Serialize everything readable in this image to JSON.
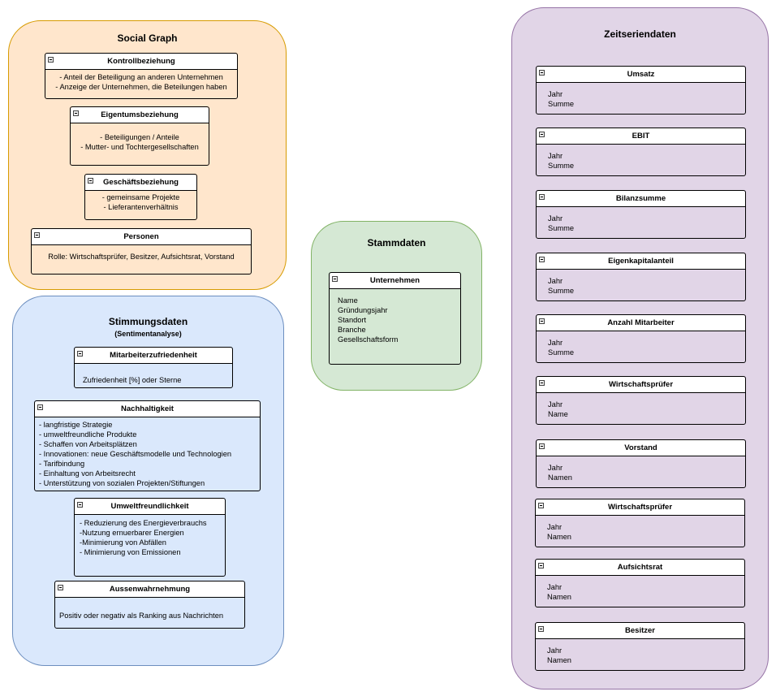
{
  "colors": {
    "social_fill": "#ffe6cc",
    "social_stroke": "#d79b00",
    "stimmung_fill": "#dae8fc",
    "stimmung_stroke": "#6c8ebf",
    "stamm_fill": "#d5e8d4",
    "stamm_stroke": "#82b366",
    "zeit_fill": "#e1d5e7",
    "zeit_stroke": "#9673a6"
  },
  "social_graph": {
    "title": "Social Graph",
    "boxes": [
      {
        "title": "Kontrollbeziehung",
        "lines": [
          "- Anteil der Beteiligung an anderen Unternehmen",
          "- Anzeige der Unternehmen, die Beteilungen haben"
        ]
      },
      {
        "title": "Eigentumsbeziehung",
        "lines": [
          "- Beteiligungen / Anteile",
          "- Mutter- und Tochtergesellschaften"
        ]
      },
      {
        "title": "Geschäftsbeziehung",
        "lines": [
          "- gemeinsame Projekte",
          "- Lieferantenverhältnis"
        ]
      },
      {
        "title": "Personen",
        "lines": [
          "Rolle: Wirtschaftsprüfer, Besitzer, Aufsichtsrat, Vorstand"
        ]
      }
    ]
  },
  "stimmungsdaten": {
    "title": "Stimmungsdaten",
    "subtitle": "(Sentimentanalyse)",
    "boxes": [
      {
        "title": "Mitarbeiterzufriedenheit",
        "lines": [
          "Zufriedenheit [%] oder Sterne"
        ]
      },
      {
        "title": "Nachhaltigkeit",
        "lines": [
          "- langfristige Strategie",
          "- umweltfreundliche Produkte",
          "- Schaffen von Arbeitsplätzen",
          "- Innovationen: neue Geschäftsmodelle und Technologien",
          "- Tarifbindung",
          "- Einhaltung von Arbeitsrecht",
          "- Unterstützung von sozialen Projekten/Stiftungen"
        ]
      },
      {
        "title": "Umweltfreundlichkeit",
        "lines": [
          "- Reduzierung des Energieverbrauchs",
          "-Nutzung ernuerbarer Energien",
          "-Minimierung von Abfällen",
          "- Minimierung von Emissionen"
        ]
      },
      {
        "title": "Aussenwahrnehmung",
        "lines": [
          "Positiv oder negativ als Ranking aus Nachrichten"
        ]
      }
    ]
  },
  "stammdaten": {
    "title": "Stammdaten",
    "boxes": [
      {
        "title": "Unternehmen",
        "lines": [
          "Name",
          "Gründungsjahr",
          "Standort",
          "Branche",
          "Gesellschaftsform"
        ]
      }
    ]
  },
  "zeitseriendaten": {
    "title": "Zeitseriendaten",
    "boxes": [
      {
        "title": "Umsatz",
        "lines": [
          "Jahr",
          "Summe"
        ]
      },
      {
        "title": "EBIT",
        "lines": [
          "Jahr",
          "Summe"
        ]
      },
      {
        "title": "Bilanzsumme",
        "lines": [
          "Jahr",
          "Summe"
        ]
      },
      {
        "title": "Eigenkapitalanteil",
        "lines": [
          "Jahr",
          "Summe"
        ]
      },
      {
        "title": "Anzahl Mitarbeiter",
        "lines": [
          "Jahr",
          "Summe"
        ]
      },
      {
        "title": "Wirtschaftsprüfer",
        "lines": [
          "Jahr",
          "Name"
        ]
      },
      {
        "title": "Vorstand",
        "lines": [
          "Jahr",
          "Namen"
        ]
      },
      {
        "title": "Wirtschaftsprüfer",
        "lines": [
          "Jahr",
          "Namen"
        ]
      },
      {
        "title": "Aufsichtsrat",
        "lines": [
          "Jahr",
          "Namen"
        ]
      },
      {
        "title": "Besitzer",
        "lines": [
          "Jahr",
          "Namen"
        ]
      }
    ]
  }
}
